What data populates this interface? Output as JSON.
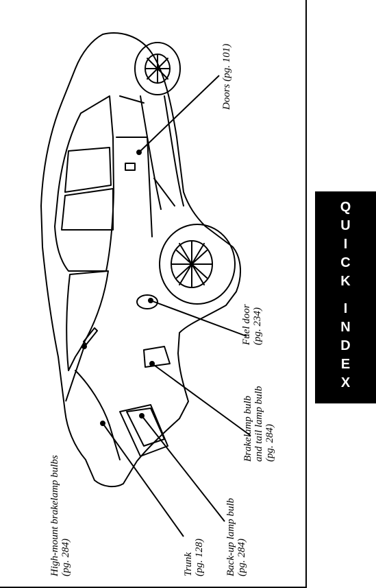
{
  "labels": {
    "doors": {
      "name": "Doors",
      "page": "(pg. 101)"
    },
    "fuel_door": {
      "name": "Fuel door",
      "page": "(pg. 234)"
    },
    "brakelamp": {
      "line1": "Brakelamp bulb",
      "line2": "and tail lamp bulb",
      "page": "(pg. 284)"
    },
    "backup_lamp": {
      "name": "Back-up lamp bulb",
      "page": "(pg. 284)"
    },
    "trunk": {
      "name": "Trunk",
      "page": "(pg. 128)"
    },
    "high_mount": {
      "name": "High-mount brakelamp bulbs",
      "page": "(pg. 284)"
    }
  },
  "tab": {
    "letters": [
      "Q",
      "U",
      "I",
      "C",
      "K",
      "",
      "I",
      "N",
      "D",
      "E",
      "X"
    ]
  },
  "colors": {
    "ink": "#000000",
    "paper": "#ffffff"
  }
}
